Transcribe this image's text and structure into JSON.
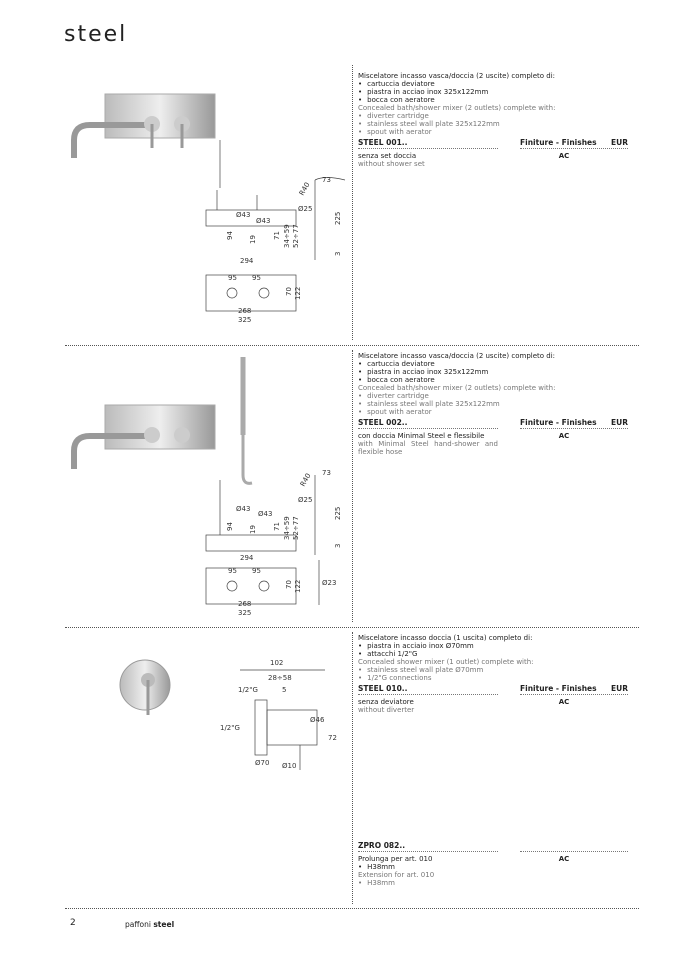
{
  "page_title": "steel",
  "sections": [
    {
      "it_title": "Miscelatore incasso vasca/doccia (2 uscite) completo di:",
      "it_items": [
        "cartuccia deviatore",
        "piastra in acciao inox 325x122mm",
        "bocca con aeratore"
      ],
      "en_title": "Concealed bath/shower mixer (2 outlets) complete with:",
      "en_items": [
        "diverter cartridge",
        "stainless steel wall plate 325x122mm",
        "spout with aerator"
      ],
      "code": "STEEL 001..",
      "finishes": "Finiture - Finishes",
      "eur": "EUR",
      "var_it": "senza set doccia",
      "var_en": "without shower set",
      "finish": "AC",
      "dims": [
        "73",
        "R40",
        "Ø25",
        "225",
        "3",
        "Ø43",
        "Ø43",
        "94",
        "19",
        "71",
        "34÷59",
        "52÷77",
        "294",
        "95",
        "95",
        "70",
        "122",
        "268",
        "325"
      ]
    },
    {
      "it_title": "Miscelatore incasso vasca/doccia (2 uscite) completo di:",
      "it_items": [
        "cartuccia deviatore",
        "piastra in acciao inox 325x122mm",
        "bocca con aeratore"
      ],
      "en_title": "Concealed bath/shower mixer (2 outlets) complete with:",
      "en_items": [
        "diverter cartridge",
        "stainless steel wall plate 325x122mm",
        "spout with aerator"
      ],
      "code": "STEEL 002..",
      "finishes": "Finiture - Finishes",
      "eur": "EUR",
      "var_it": "con doccia Minimal Steel e flessibile",
      "var_en": "with Minimal Steel hand-shower and flexible hose",
      "finish": "AC",
      "dims": [
        "73",
        "R40",
        "Ø25",
        "225",
        "3",
        "Ø43",
        "Ø43",
        "94",
        "19",
        "71",
        "34÷59",
        "52÷77",
        "294",
        "95",
        "95",
        "70",
        "122",
        "268",
        "325",
        "Ø23"
      ]
    },
    {
      "it_title": "Miscelatore incasso doccia (1 uscita) completo di:",
      "it_items": [
        "piastra in acciaio inox Ø70mm",
        "attacchi 1/2\"G"
      ],
      "en_title": "Concealed shower mixer (1 outlet) complete with:",
      "en_items": [
        "stainless steel wall plate Ø70mm",
        "1/2\"G connections"
      ],
      "code": "STEEL 010..",
      "finishes": "Finiture - Finishes",
      "eur": "EUR",
      "var_it": "senza deviatore",
      "var_en": "without diverter",
      "finish": "AC",
      "dims": [
        "102",
        "28÷58",
        "1/2\"G",
        "5",
        "1/2\"G",
        "Ø46",
        "72",
        "Ø70",
        "Ø10"
      ]
    }
  ],
  "extra": {
    "code": "ZPRO 082..",
    "it": "Prolunga per art. 010",
    "it_item": "H38mm",
    "en": "Extension for art. 010",
    "en_item": "H38mm",
    "finish": "AC"
  },
  "footer": {
    "page": "2",
    "brand": "paffoni",
    "series": "steel"
  }
}
